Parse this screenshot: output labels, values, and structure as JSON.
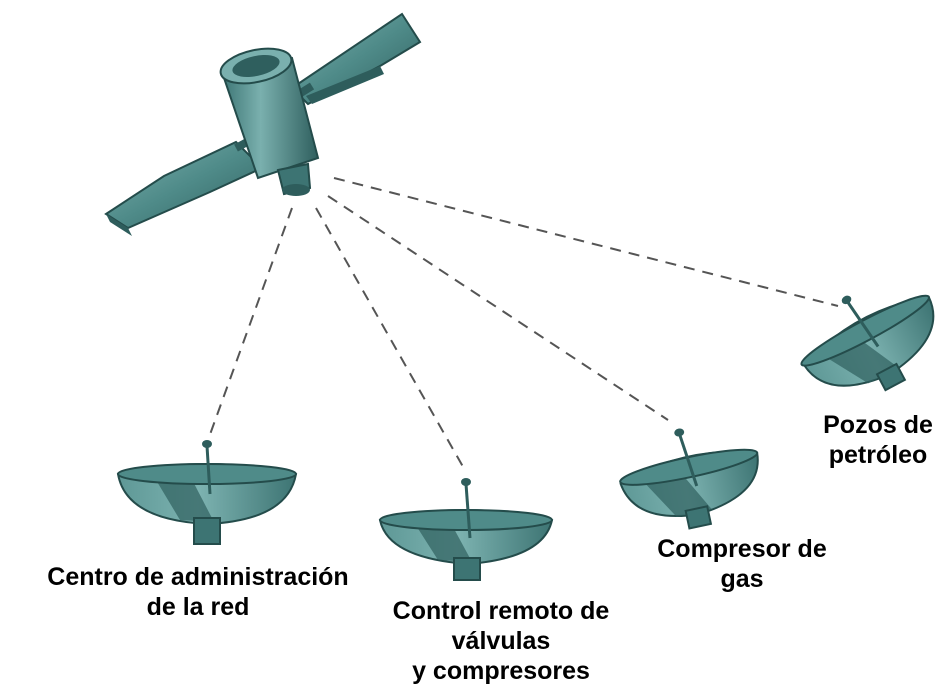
{
  "colors": {
    "dish_light": "#6fa8a6",
    "dish_mid": "#4f8b89",
    "dish_dark": "#2f5f5e",
    "satellite_body": "#5f9c9a",
    "satellite_dark": "#2e5d5c",
    "link_line": "#555555",
    "text": "#000000"
  },
  "satellite": {
    "icon": "satellite-icon"
  },
  "stations": [
    {
      "id": "network-center",
      "icon": "satellite-dish-icon",
      "label_lines": [
        "Centro de administración",
        "de la red"
      ]
    },
    {
      "id": "remote-control",
      "icon": "satellite-dish-icon",
      "label_lines": [
        "Control remoto de",
        "válvulas",
        "y compresores"
      ]
    },
    {
      "id": "gas-compressor",
      "icon": "satellite-dish-icon",
      "label_lines": [
        "Compresor de",
        "gas"
      ]
    },
    {
      "id": "oil-wells",
      "icon": "satellite-dish-icon",
      "label_lines": [
        "Pozos de",
        "petróleo"
      ]
    }
  ]
}
